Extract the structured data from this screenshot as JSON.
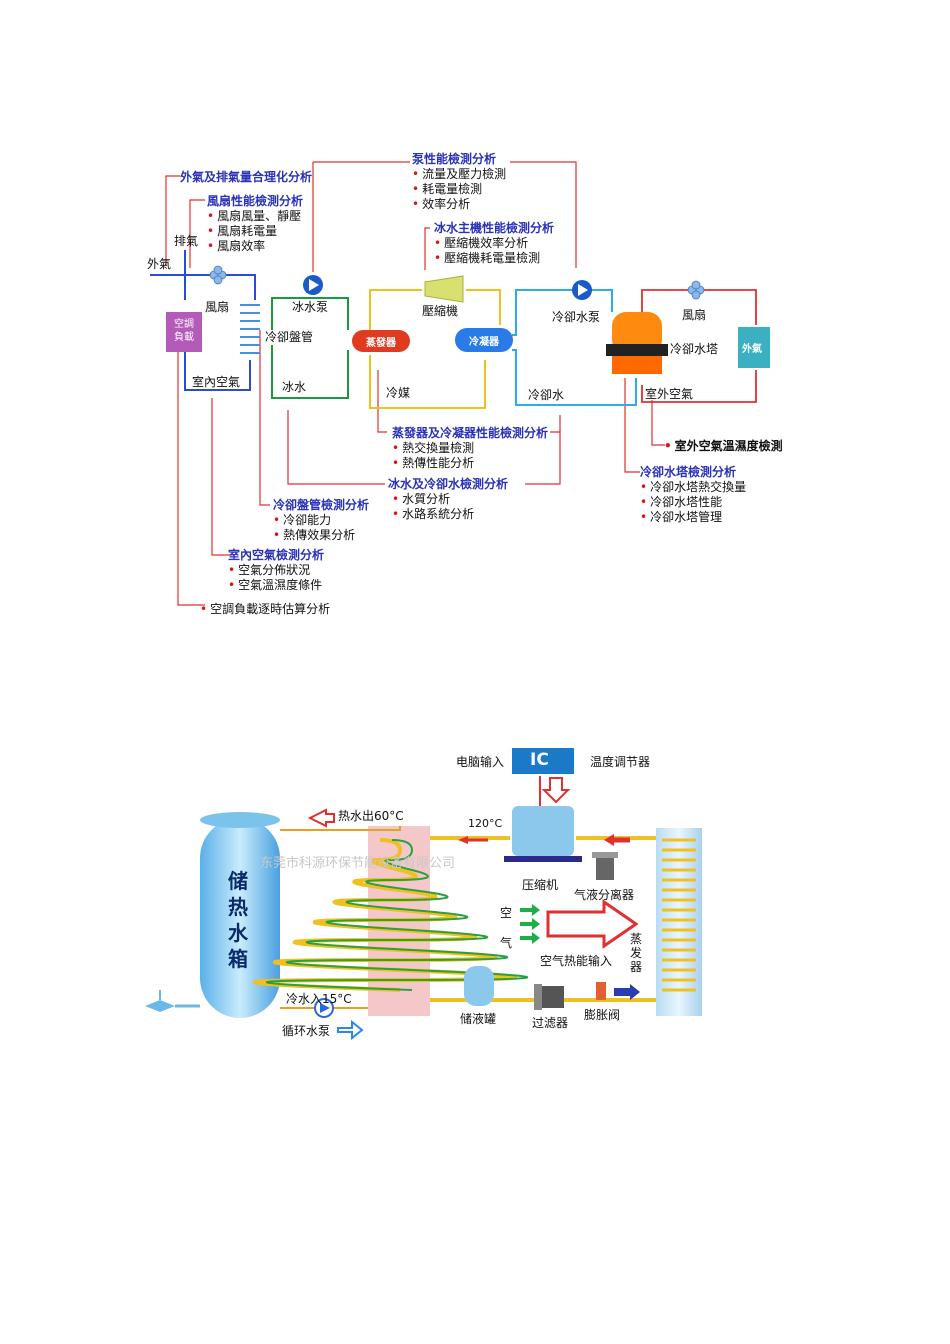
{
  "top": {
    "outdoor_air": "外氣",
    "exhaust": "排氣",
    "fan_left": "風扇",
    "ac_load": "空調負載",
    "cooling_coil": "冷卻盤管",
    "indoor_air": "室內空氣",
    "chilled_pump": "冰水泵",
    "chilled_water": "冰水",
    "evaporator": "蒸發器",
    "compressor": "壓縮機",
    "condenser": "冷凝器",
    "refrigerant": "冷媒",
    "cooling_pump": "冷卻水泵",
    "cooling_water": "冷卻水",
    "fan_right": "風扇",
    "cooling_tower": "冷卻水塔",
    "outdoor_air_right": "外氣",
    "outside_air": "室外空氣",
    "ann_air_exhaust": "外氣及排氣量合理化分析",
    "ann_fan": {
      "title": "風扇性能檢測分析",
      "items": [
        "風扇風量、靜壓",
        "風扇耗電量",
        "風扇效率"
      ]
    },
    "ann_pump": {
      "title": "泵性能檢測分析",
      "items": [
        "流量及壓力檢測",
        "耗電量檢測",
        "效率分析"
      ]
    },
    "ann_chiller": {
      "title": "冰水主機性能檢測分析",
      "items": [
        "壓縮機效率分析",
        "壓縮機耗電量檢測"
      ]
    },
    "ann_evap_cond": {
      "title": "蒸發器及冷凝器性能檢測分析",
      "items": [
        "熱交換量檢測",
        "熱傳性能分析"
      ]
    },
    "ann_water": {
      "title": "冰水及冷卻水檢測分析",
      "items": [
        "水質分析",
        "水路系統分析"
      ]
    },
    "ann_outdoor_hum": "室外空氣溫濕度檢測",
    "ann_tower": {
      "title": "冷卻水塔檢測分析",
      "items": [
        "冷卻水塔熱交換量",
        "冷卻水塔性能",
        "冷卻水塔管理"
      ]
    },
    "ann_coil": {
      "title": "冷卻盤管檢測分析",
      "items": [
        "冷卻能力",
        "熱傳效果分析"
      ]
    },
    "ann_indoor": {
      "title": "室內空氣檢測分析",
      "items": [
        "空氣分佈狀況",
        "空氣溫濕度條件"
      ]
    },
    "ann_load": "空調負載逐時估算分析"
  },
  "bottom": {
    "pc_input": "电脑输入",
    "ic": "IC",
    "thermostat": "温度调节器",
    "hot_out": "热水出60°C",
    "temp_120": "120°C",
    "watermark": "东莞市科源环保节能设备有限公司",
    "compressor": "压缩机",
    "separator": "气液分离器",
    "tank_chars": [
      "储",
      "热",
      "水",
      "箱"
    ],
    "air_chars": [
      "空",
      "气"
    ],
    "air_energy": "空气热能输入",
    "evap_chars": [
      "蒸",
      "发",
      "器"
    ],
    "cold_in": "冷水入15°C",
    "circ_pump": "循环水泵",
    "receiver": "储液罐",
    "filter": "过滤器",
    "exp_valve": "膨胀阀"
  },
  "colors": {
    "annotation": "#2a33b8",
    "bullet": "#e01010",
    "line_red": "#e03030",
    "pipe_cyan": "#2aaee8",
    "pipe_green": "#1a9a40",
    "pipe_yellow": "#f0c020"
  }
}
